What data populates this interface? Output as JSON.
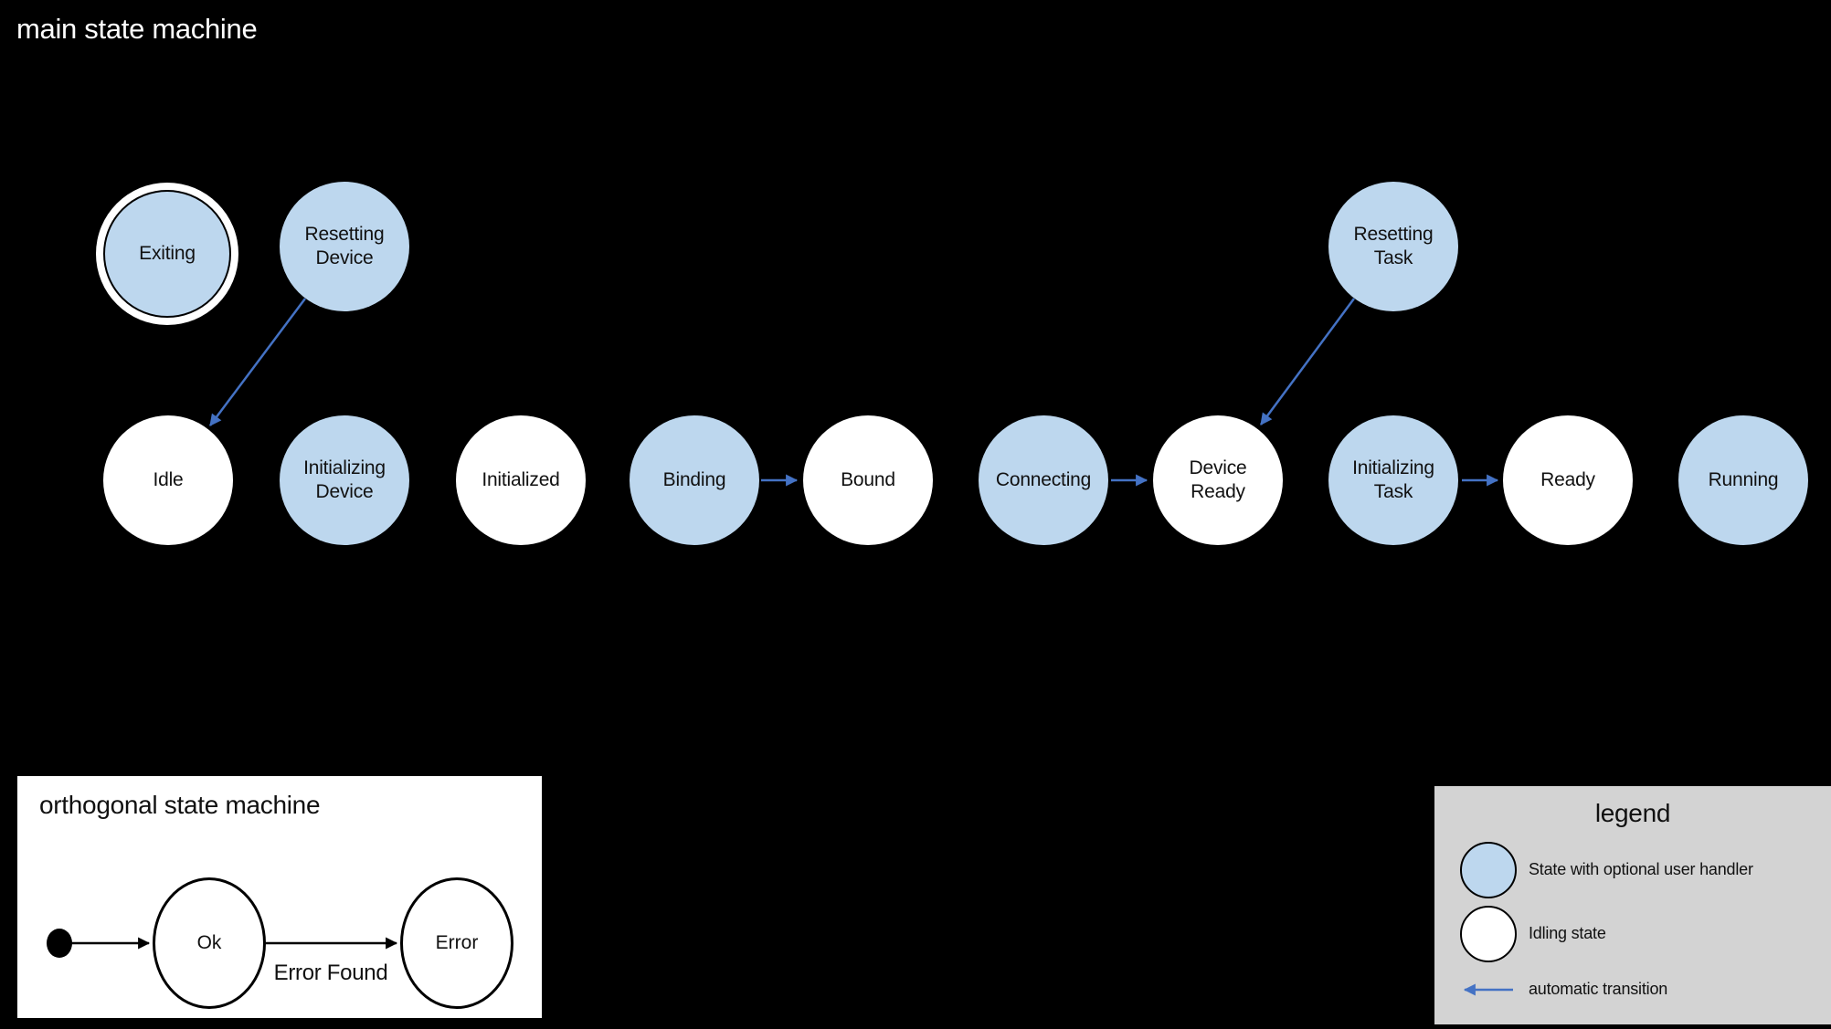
{
  "colors": {
    "background": "#000000",
    "state_handler_fill": "#BDD7EE",
    "state_idling_fill": "#FFFFFF",
    "transition_arrow": "#4472C4",
    "black_arrow": "#000000",
    "legend_background": "#D3D3D3"
  },
  "main": {
    "title": "main state machine",
    "states": [
      {
        "id": "exiting",
        "label": "Exiting",
        "kind": "handler",
        "final_ring": true
      },
      {
        "id": "resetting-device",
        "label": "Resetting Device",
        "kind": "handler"
      },
      {
        "id": "resetting-task",
        "label": "Resetting Task",
        "kind": "handler"
      },
      {
        "id": "idle",
        "label": "Idle",
        "kind": "idling"
      },
      {
        "id": "initializing-device",
        "label": "Initializing Device",
        "kind": "handler"
      },
      {
        "id": "initialized",
        "label": "Initialized",
        "kind": "idling"
      },
      {
        "id": "binding",
        "label": "Binding",
        "kind": "handler"
      },
      {
        "id": "bound",
        "label": "Bound",
        "kind": "idling"
      },
      {
        "id": "connecting",
        "label": "Connecting",
        "kind": "handler"
      },
      {
        "id": "device-ready",
        "label": "Device Ready",
        "kind": "idling"
      },
      {
        "id": "initializing-task",
        "label": "Initializing Task",
        "kind": "handler"
      },
      {
        "id": "ready",
        "label": "Ready",
        "kind": "idling"
      },
      {
        "id": "running",
        "label": "Running",
        "kind": "handler"
      }
    ],
    "transitions": [
      {
        "from": "resetting-device",
        "to": "idle"
      },
      {
        "from": "binding",
        "to": "bound"
      },
      {
        "from": "connecting",
        "to": "device-ready"
      },
      {
        "from": "resetting-task",
        "to": "device-ready"
      },
      {
        "from": "initializing-task",
        "to": "ready"
      }
    ]
  },
  "orthogonal": {
    "title": "orthogonal state machine",
    "states": [
      {
        "id": "ok",
        "label": "Ok"
      },
      {
        "id": "error",
        "label": "Error"
      }
    ],
    "transition_label": "Error Found"
  },
  "legend": {
    "title": "legend",
    "items": [
      {
        "label": "State with optional user handler",
        "swatch": "handler-state"
      },
      {
        "label": "Idling state",
        "swatch": "idling-state"
      },
      {
        "label": "automatic transition",
        "swatch": "arrow"
      }
    ]
  }
}
